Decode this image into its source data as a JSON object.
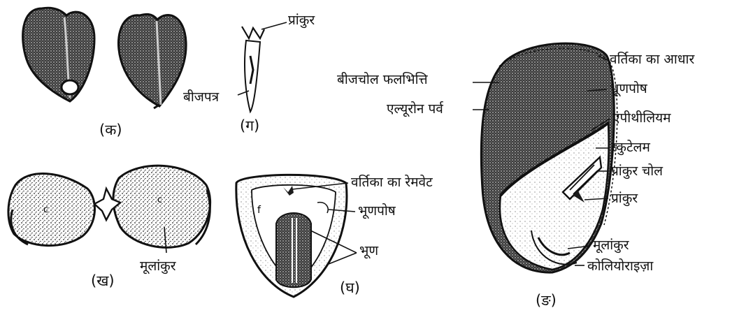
{
  "panels": {
    "ka": {
      "caption": "(क)"
    },
    "kha": {
      "caption": "(ख)",
      "labels": {
        "radicle": "मूलांकुर"
      }
    },
    "ga": {
      "caption": "(ग)",
      "labels": {
        "plumule": "प्रांकुर",
        "cotyledon": "बीजपत्र"
      }
    },
    "gha": {
      "caption": "(घ)",
      "labels": {
        "style_remnant": "वर्तिका का रेमवेट",
        "endosperm": "भूणपोष",
        "embryo": "भूण"
      }
    },
    "nga": {
      "caption": "(ङ)",
      "labels": {
        "style_base": "वर्तिका का आधार",
        "seed_coat_pericarp": "बीजचोल फलभित्ति",
        "endosperm": "भ्रूणपोष",
        "aleurone": "एल्यूरोन पर्व",
        "epithelium": "एपीथीलियम",
        "scutellum": "स्कुटेलम",
        "coleoptile": "प्रांकुर चोल",
        "plumule": "प्रांकुर",
        "radicle": "मूलांकुर",
        "coleorhiza": "कोलियोराइज़ा"
      }
    }
  },
  "colors": {
    "ink": "#111111",
    "background": "#ffffff"
  }
}
